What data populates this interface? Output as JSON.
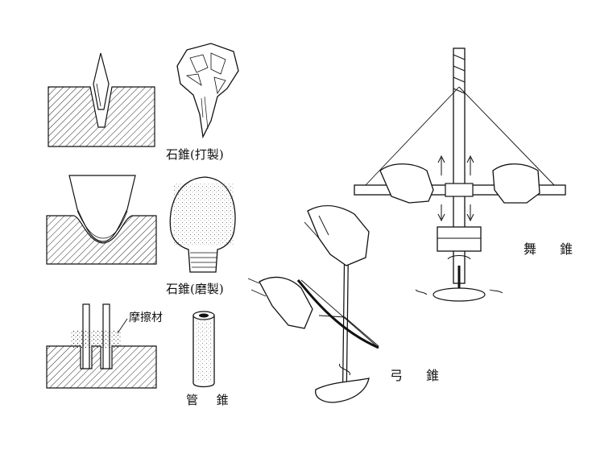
{
  "labels": {
    "stone_drill_striking": "石錐(打製)",
    "stone_drill_ground": "石錐(磨製)",
    "abrasive": "摩擦材",
    "tube_drill": "管 錐",
    "bow_drill": "弓 錐",
    "pump_drill": "舞 錐"
  },
  "colors": {
    "ink": "#111111",
    "paper": "#ffffff"
  }
}
